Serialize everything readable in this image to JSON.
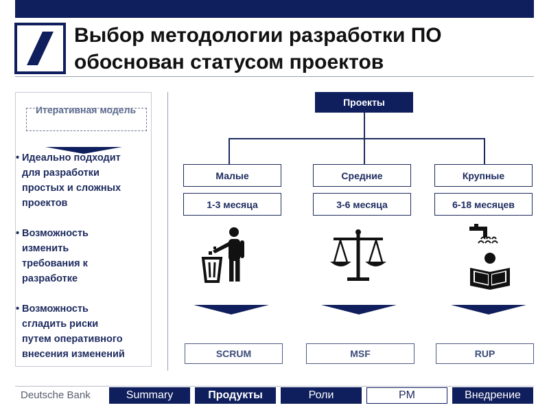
{
  "slide": {
    "title_line1": "Выбор методологии разработки ПО",
    "title_line2": "обоснован статусом проектов"
  },
  "left_panel": {
    "model_label": "Итеративная модель",
    "bullets": [
      "Идеально подходит\nдля разработки\nпростых и сложных\nпроектов",
      "Возможность\nизменить\nтребования к\nразработке",
      "Возможность\nсгладить риски\nпутем оперативного\nвнесения изменений"
    ],
    "bullet_marker": "•"
  },
  "diagram": {
    "root": "Проекты",
    "categories": [
      {
        "label": "Малые",
        "duration": "1-3 месяца",
        "icon": "trash-person-icon",
        "method": "SCRUM"
      },
      {
        "label": "Средние",
        "duration": "3-6 месяца",
        "icon": "scales-icon",
        "method": "MSF"
      },
      {
        "label": "Крупные",
        "duration": "6-18 месяцев",
        "icon": "reading-tap-icon",
        "method": "RUP"
      }
    ]
  },
  "footer": {
    "brand": "Deutsche Bank",
    "tabs": [
      {
        "label": "Summary",
        "state": "normal"
      },
      {
        "label": "Продукты",
        "state": "active"
      },
      {
        "label": "Роли",
        "state": "normal"
      },
      {
        "label": "PM",
        "state": "light"
      },
      {
        "label": "Внедрение",
        "state": "normal"
      }
    ]
  },
  "colors": {
    "primary": "#0f1e5c",
    "text": "#1c2a5e"
  }
}
